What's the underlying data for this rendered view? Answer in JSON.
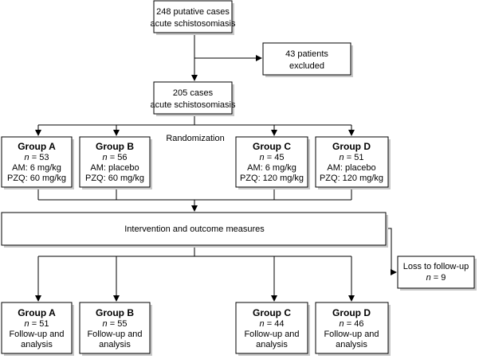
{
  "start": {
    "line1": "248 putative cases",
    "line2": "acute schistosomiasis"
  },
  "excluded": {
    "line1": "43 patients",
    "line2": "excluded"
  },
  "enrolled": {
    "line1": "205 cases",
    "line2": "acute schistosomiasis"
  },
  "randomization_label": "Randomization",
  "intervention_label": "Intervention and outcome measures",
  "loss": {
    "line1": "Loss to follow-up",
    "n_label": "n",
    "n_rest": " = 9"
  },
  "allocation": [
    {
      "title": "Group A",
      "n_label": "n",
      "n_rest": " = 53",
      "am": "AM: 6 mg/kg",
      "pzq": "PZQ: 60 mg/kg"
    },
    {
      "title": "Group B",
      "n_label": "n",
      "n_rest": " = 56",
      "am": "AM: placebo",
      "pzq": "PZQ: 60 mg/kg"
    },
    {
      "title": "Group C",
      "n_label": "n",
      "n_rest": " = 45",
      "am": "AM: 6 mg/kg",
      "pzq": "PZQ: 120 mg/kg"
    },
    {
      "title": "Group D",
      "n_label": "n",
      "n_rest": " = 51",
      "am": "AM: placebo",
      "pzq": "PZQ: 120 mg/kg"
    }
  ],
  "followup": [
    {
      "title": "Group A",
      "n_label": "n",
      "n_rest": " = 51",
      "line3": "Follow-up and",
      "line4": "analysis"
    },
    {
      "title": "Group B",
      "n_label": "n",
      "n_rest": " = 55",
      "line3": "Follow-up and",
      "line4": "analysis"
    },
    {
      "title": "Group C",
      "n_label": "n",
      "n_rest": " = 44",
      "line3": "Follow-up and",
      "line4": "analysis"
    },
    {
      "title": "Group D",
      "n_label": "n",
      "n_rest": " = 46",
      "line3": "Follow-up and",
      "line4": "analysis"
    }
  ]
}
